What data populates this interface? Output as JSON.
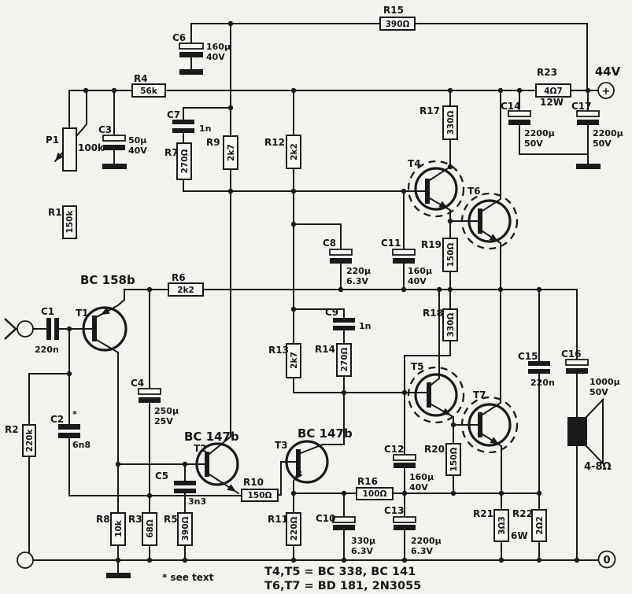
{
  "power": {
    "rail": "44V",
    "plus": "+",
    "zero": "0"
  },
  "speaker": {
    "impedance": "4-8Ω"
  },
  "notes": {
    "see_text": "* see text",
    "c2_mark": "*",
    "equiv1": "T4,T5 = BC 338, BC 141",
    "equiv2": "T6,T7 = BD 181, 2N3055"
  },
  "transistors": {
    "T1": {
      "ref": "T1",
      "type": "BC 158b"
    },
    "T2": {
      "ref": "T2",
      "type": "BC 147b"
    },
    "T3": {
      "ref": "T3",
      "type": "BC 147b"
    },
    "T4": {
      "ref": "T4"
    },
    "T5": {
      "ref": "T5"
    },
    "T6": {
      "ref": "T6"
    },
    "T7": {
      "ref": "T7"
    }
  },
  "resistors": {
    "R1": {
      "ref": "R1",
      "value": "150k"
    },
    "R2": {
      "ref": "R2",
      "value": "220k"
    },
    "R3": {
      "ref": "R3",
      "value": "68Ω"
    },
    "R4": {
      "ref": "R4",
      "value": "56k"
    },
    "R5": {
      "ref": "R5",
      "value": "390Ω"
    },
    "R6": {
      "ref": "R6",
      "value": "2k2"
    },
    "R7": {
      "ref": "R7",
      "value": "270Ω"
    },
    "R8": {
      "ref": "R8",
      "value": "10k"
    },
    "R9": {
      "ref": "R9",
      "value": "2k7"
    },
    "R10": {
      "ref": "R10",
      "value": "150Ω"
    },
    "R11": {
      "ref": "R11",
      "value": "220Ω"
    },
    "R12": {
      "ref": "R12",
      "value": "2k2"
    },
    "R13": {
      "ref": "R13",
      "value": "2k7"
    },
    "R14": {
      "ref": "R14",
      "value": "270Ω"
    },
    "R15": {
      "ref": "R15",
      "value": "390Ω"
    },
    "R16": {
      "ref": "R16",
      "value": "100Ω"
    },
    "R17": {
      "ref": "R17",
      "value": "330Ω"
    },
    "R18": {
      "ref": "R18",
      "value": "330Ω"
    },
    "R19": {
      "ref": "R19",
      "value": "150Ω"
    },
    "R20": {
      "ref": "R20",
      "value": "150Ω"
    },
    "R21": {
      "ref": "R21",
      "value": "3Ω3",
      "power": "6W"
    },
    "R22": {
      "ref": "R22",
      "value": "2Ω2"
    },
    "R23": {
      "ref": "R23",
      "value": "4Ω7",
      "power": "12W"
    },
    "P1": {
      "ref": "P1",
      "value": "100k"
    }
  },
  "capacitors": {
    "C1": {
      "ref": "C1",
      "value": "220n"
    },
    "C2": {
      "ref": "C2",
      "value": "6n8"
    },
    "C3": {
      "ref": "C3",
      "value": "50μ",
      "voltage": "40V"
    },
    "C4": {
      "ref": "C4",
      "value": "250μ",
      "voltage": "25V"
    },
    "C5": {
      "ref": "C5",
      "value": "3n3"
    },
    "C6": {
      "ref": "C6",
      "value": "160μ",
      "voltage": "40V"
    },
    "C7": {
      "ref": "C7",
      "value": "1n"
    },
    "C8": {
      "ref": "C8",
      "value": "220μ",
      "voltage": "6.3V"
    },
    "C9": {
      "ref": "C9",
      "value": "1n"
    },
    "C10": {
      "ref": "C10",
      "value": "330μ",
      "voltage": "6.3V"
    },
    "C11": {
      "ref": "C11",
      "value": "160μ",
      "voltage": "40V"
    },
    "C12": {
      "ref": "C12",
      "value": "160μ",
      "voltage": "40V"
    },
    "C13": {
      "ref": "C13",
      "value": "2200μ",
      "voltage": "6.3V"
    },
    "C14": {
      "ref": "C14",
      "value": "2200μ",
      "voltage": "50V"
    },
    "C15": {
      "ref": "C15",
      "value": "220n"
    },
    "C16": {
      "ref": "C16",
      "value": "1000μ",
      "voltage": "50V"
    },
    "C17": {
      "ref": "C17",
      "value": "2200μ",
      "voltage": "50V"
    }
  }
}
